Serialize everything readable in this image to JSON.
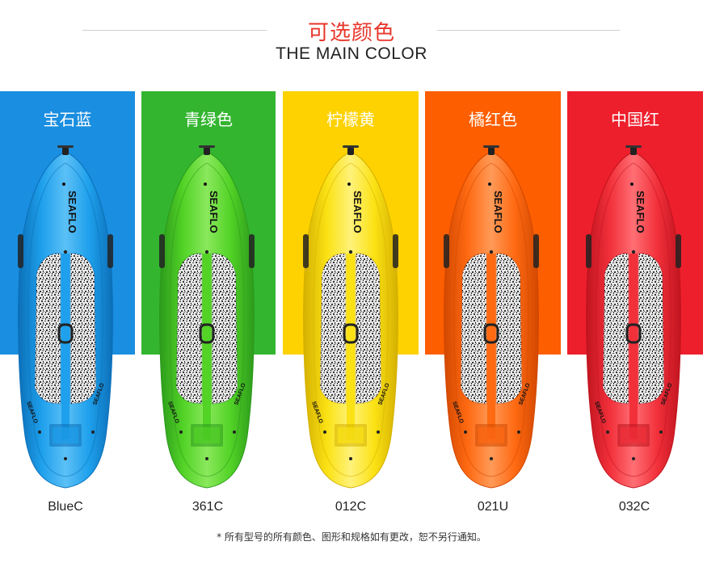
{
  "header": {
    "title_cn": "可选颜色",
    "title_en": "THE MAIN COLOR"
  },
  "colors": [
    {
      "name": "宝石蓝",
      "code": "BlueC",
      "panel": "#1a8ee0",
      "board": "#1ea0ec",
      "dark": "#0c6fb8",
      "light": "#5cc0f6"
    },
    {
      "name": "青绿色",
      "code": "361C",
      "panel": "#33b530",
      "board": "#52d326",
      "dark": "#2c9a1c",
      "light": "#8ae85c"
    },
    {
      "name": "柠檬黄",
      "code": "012C",
      "panel": "#fdd200",
      "board": "#fbe214",
      "dark": "#d4b000",
      "light": "#fff27a"
    },
    {
      "name": "橘红色",
      "code": "021U",
      "panel": "#fd5e00",
      "board": "#ff6a12",
      "dark": "#d24800",
      "light": "#ff9a58"
    },
    {
      "name": "中国红",
      "code": "032C",
      "panel": "#ee1f2c",
      "board": "#f2303a",
      "dark": "#c0141f",
      "light": "#ff6f74"
    }
  ],
  "board_brand": "SEAFLO",
  "note": "* 所有型号的所有颜色、图形和规格如有更改，恕不另行通知。"
}
